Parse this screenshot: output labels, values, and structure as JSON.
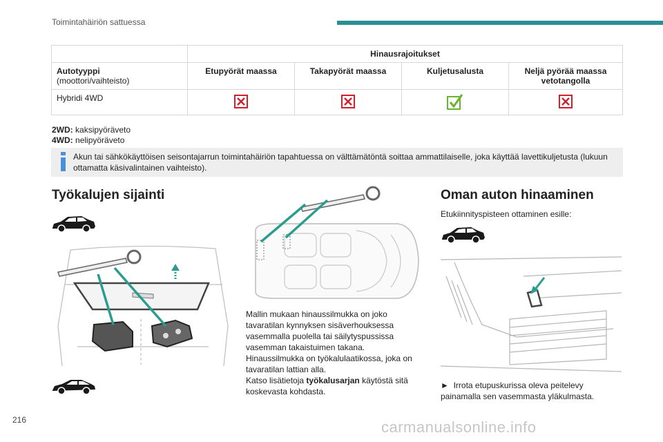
{
  "header": {
    "section_title": "Toimintahäiriön sattuessa"
  },
  "table": {
    "group_header": "Hinausrajoitukset",
    "col_type_title": "Autotyyppi",
    "col_type_sub": "(moottori/vaihteisto)",
    "columns": [
      "Etupyörät maassa",
      "Takapyörät maassa",
      "Kuljetusalusta",
      "Neljä pyörää maassa vetotangolla"
    ],
    "rows": [
      {
        "type": "Hybridi 4WD",
        "marks": [
          "cross",
          "cross",
          "check",
          "cross"
        ]
      }
    ]
  },
  "legend": [
    {
      "term": "2WD:",
      "desc": "kaksipyöräveto"
    },
    {
      "term": "4WD:",
      "desc": "nelipyöräveto"
    }
  ],
  "info": {
    "icon": "info-icon",
    "text": "Akun tai sähkökäyttöisen seisontajarrun toimintahäiriön tapahtuessa on välttämätöntä soittaa ammattilaiselle, joka käyttää lavettikuljetusta (lukuun ottamatta käsivalintainen vaihteisto)."
  },
  "tools": {
    "heading": "Työkalujen sijainti",
    "p1": "Mallin mukaan hinaussilmukka on joko tavaratilan kynnyksen sisäverhouksessa vasemmalla puolella tai säilytyspussissa vasemman takaistuimen takana.",
    "p2": "Hinaussilmukka on työkalulaatikossa, joka on tavaratilan lattian alla.",
    "p3_prefix": "Katso lisätietoja ",
    "p3_bold": "työkalusarjan",
    "p3_suffix": " käytöstä sitä koskevasta kohdasta."
  },
  "towing": {
    "heading": "Oman auton hinaaminen",
    "subtitle": "Etukiinnityspisteen ottaminen esille:",
    "step_marker": "►",
    "step_text": "Irrota etupuskurissa oleva peitelevy painamalla sen vasemmasta yläkulmasta."
  },
  "footer": {
    "page_number": "216",
    "watermark": "carmanualsonline.info"
  },
  "colors": {
    "accent": "#2a8f94",
    "cross": "#d0202e",
    "check": "#6ab42d",
    "info_icon": "#4a90d9",
    "pointer": "#2a9d8f"
  }
}
